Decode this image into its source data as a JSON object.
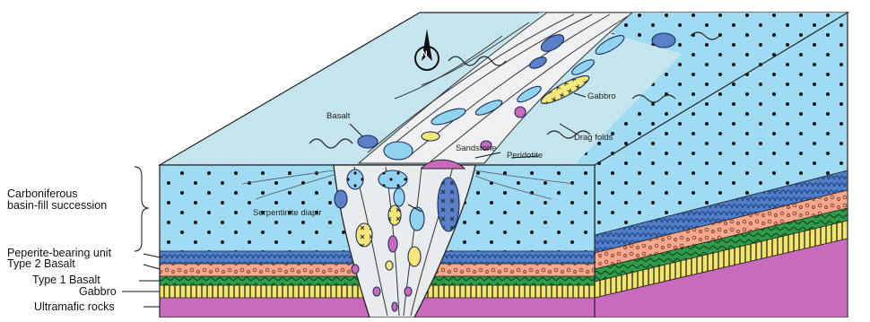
{
  "diagram": {
    "north_label": "N",
    "left_labels": {
      "carboniferous_line1": "Carboniferous",
      "carboniferous_line2": "basin-fill succession",
      "peperite": "Peperite-bearing unit",
      "type2": "Type 2 Basalt",
      "type1": "Type 1 Basalt",
      "gabbro": "Gabbro",
      "ultramafic": "Ultramafic rocks"
    },
    "internal_labels": {
      "basalt": "Basalt",
      "gabbro": "Gabbro",
      "drag_folds": "Drag folds",
      "sandstone": "Sandstone",
      "peridotite": "Peridotite",
      "serpentinite_diapir": "Serpentinite diapir"
    },
    "colors": {
      "sky": "#c4e5ee",
      "sediment": "#9fdcf3",
      "peperite": "#4f7dc6",
      "type2_basalt": "#f2a98e",
      "type1_basalt": "#2f9a4a",
      "gabbro": "#f2e36a",
      "ultramafic": "#c96bbd",
      "serpentinite": "#e9ecef",
      "basalt_block": "#5a80c9",
      "gabbro_block": "#f5e77a",
      "sandstone_block": "#8fd3f0"
    }
  }
}
